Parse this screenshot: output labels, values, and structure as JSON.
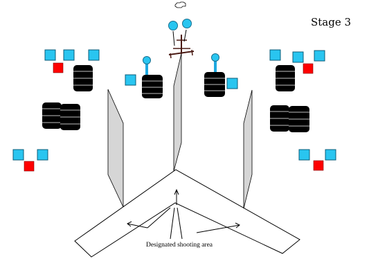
{
  "stage": {
    "title": "Stage 3",
    "shooting_area_label": "Designated shooting area"
  },
  "colors": {
    "no_shoot_target": "#ff0000",
    "shoot_target": "#29c5f0",
    "steel": "#1ea9e0",
    "barrel": "#000000",
    "wall": "#d6d6d6",
    "outline": "#000000",
    "stand": "#4a1a14"
  },
  "icons": {
    "hand": "pointing-hand-icon",
    "shoot_target": "blue-square-target",
    "no_shoot_target": "red-square-no-shoot",
    "steel": "steel-popper-target",
    "barrel": "barrel-stack"
  }
}
